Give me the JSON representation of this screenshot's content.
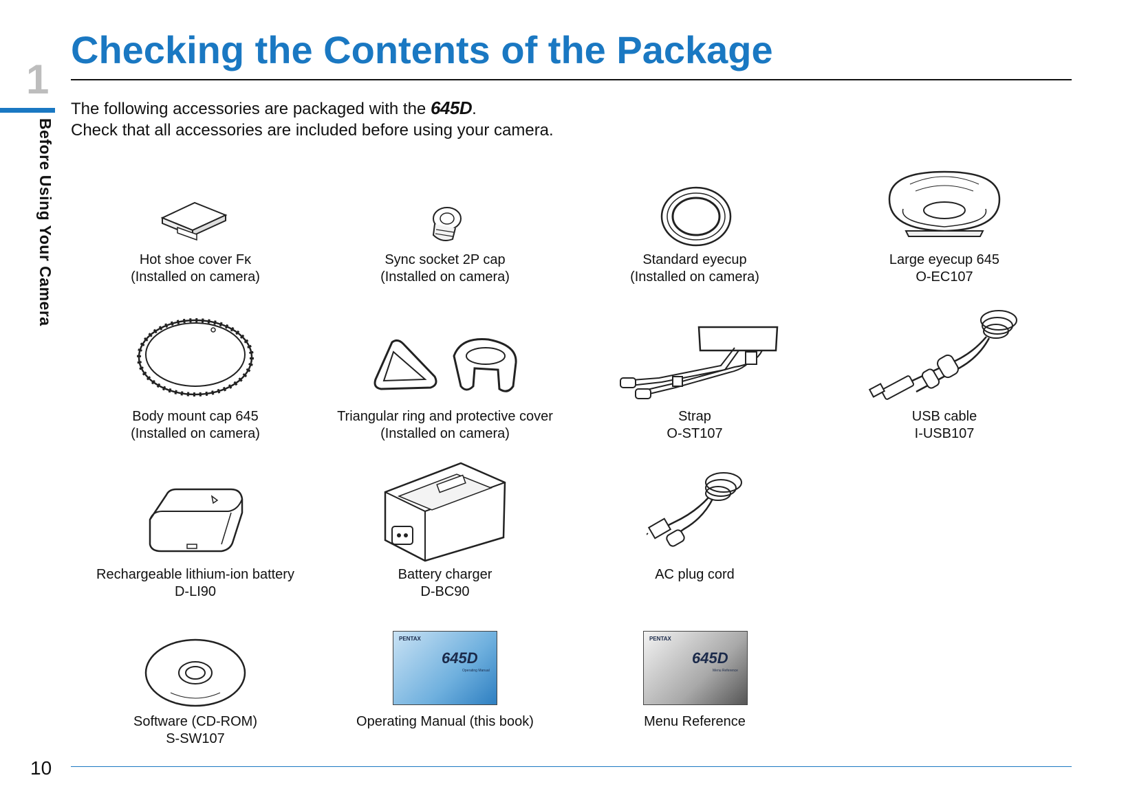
{
  "chapter": {
    "number": "1",
    "label": "Before Using Your Camera"
  },
  "title": "Checking the Contents of the Package",
  "intro": {
    "line1_before": "The following accessories are packaged with the ",
    "model_logo": "645D",
    "line1_after": ".",
    "line2": "Check that all accessories are included before using your camera."
  },
  "items": [
    {
      "line1": "Hot shoe cover Fκ",
      "line2": "(Installed on camera)",
      "icon": "hot-shoe-cover-icon"
    },
    {
      "line1": "Sync socket 2P cap",
      "line2": "(Installed on camera)",
      "icon": "sync-socket-cap-icon"
    },
    {
      "line1": "Standard eyecup",
      "line2": "(Installed on camera)",
      "icon": "standard-eyecup-icon"
    },
    {
      "line1": "Large eyecup 645",
      "line2": "O-EC107",
      "icon": "large-eyecup-icon"
    },
    {
      "line1": "Body mount cap 645",
      "line2": "(Installed on camera)",
      "icon": "body-mount-cap-icon"
    },
    {
      "line1": "Triangular ring and protective cover",
      "line2": "(Installed on camera)",
      "icon": "triangular-ring-icon"
    },
    {
      "line1": "Strap",
      "line2": "O-ST107",
      "icon": "strap-icon"
    },
    {
      "line1": "USB cable",
      "line2": "I-USB107",
      "icon": "usb-cable-icon"
    },
    {
      "line1": "Rechargeable lithium-ion battery",
      "line2": "D-LI90",
      "icon": "battery-icon"
    },
    {
      "line1": "Battery charger",
      "line2": "D-BC90",
      "icon": "battery-charger-icon"
    },
    {
      "line1": "AC plug cord",
      "line2": "",
      "icon": "ac-plug-cord-icon"
    },
    {
      "line1": "Software (CD-ROM)",
      "line2": "S-SW107",
      "icon": "cd-rom-icon"
    },
    {
      "line1": "Operating Manual (this book)",
      "line2": "",
      "icon": "operating-manual-icon"
    },
    {
      "line1": "Menu Reference",
      "line2": "",
      "icon": "menu-reference-icon"
    }
  ],
  "manuals": {
    "brand": "PENTAX",
    "model": "645D",
    "operating_subtitle": "Operating Manual",
    "menu_subtitle": "Menu Reference"
  },
  "page_number": "10"
}
